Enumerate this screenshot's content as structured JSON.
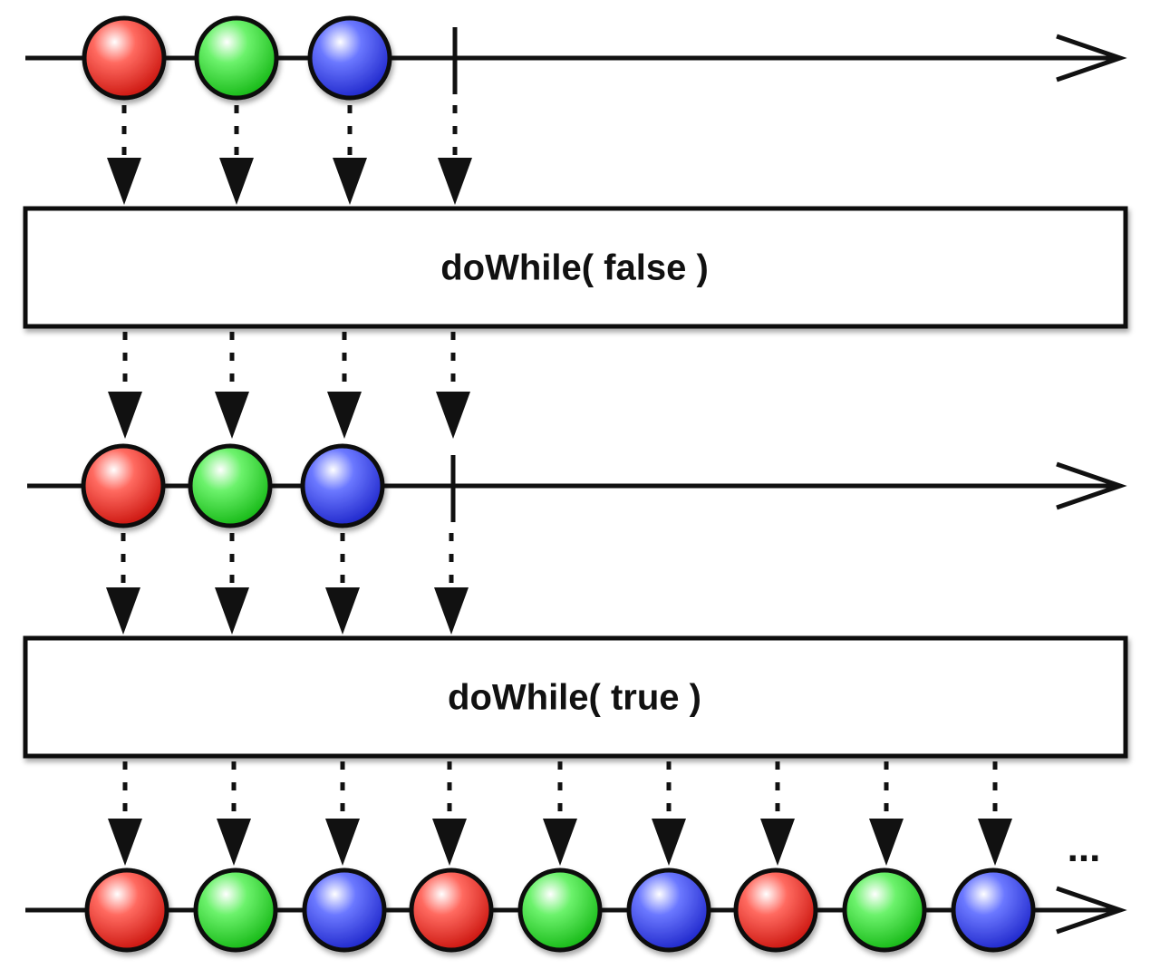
{
  "operators": [
    {
      "label": "doWhile( false )"
    },
    {
      "label": "doWhile( true )"
    }
  ],
  "timelines": [
    {
      "marbles": [
        "red",
        "green",
        "blue"
      ],
      "completes": true
    },
    {
      "marbles": [
        "red",
        "green",
        "blue"
      ],
      "completes": true
    },
    {
      "marbles": [
        "red",
        "green",
        "blue",
        "red",
        "green",
        "blue",
        "red",
        "green",
        "blue"
      ],
      "completes": false,
      "continuation": "..."
    }
  ],
  "colors": {
    "red": "#e8221b",
    "green": "#22d622",
    "blue": "#2f3fe6",
    "line": "#111111",
    "box_fill": "#ffffff"
  }
}
